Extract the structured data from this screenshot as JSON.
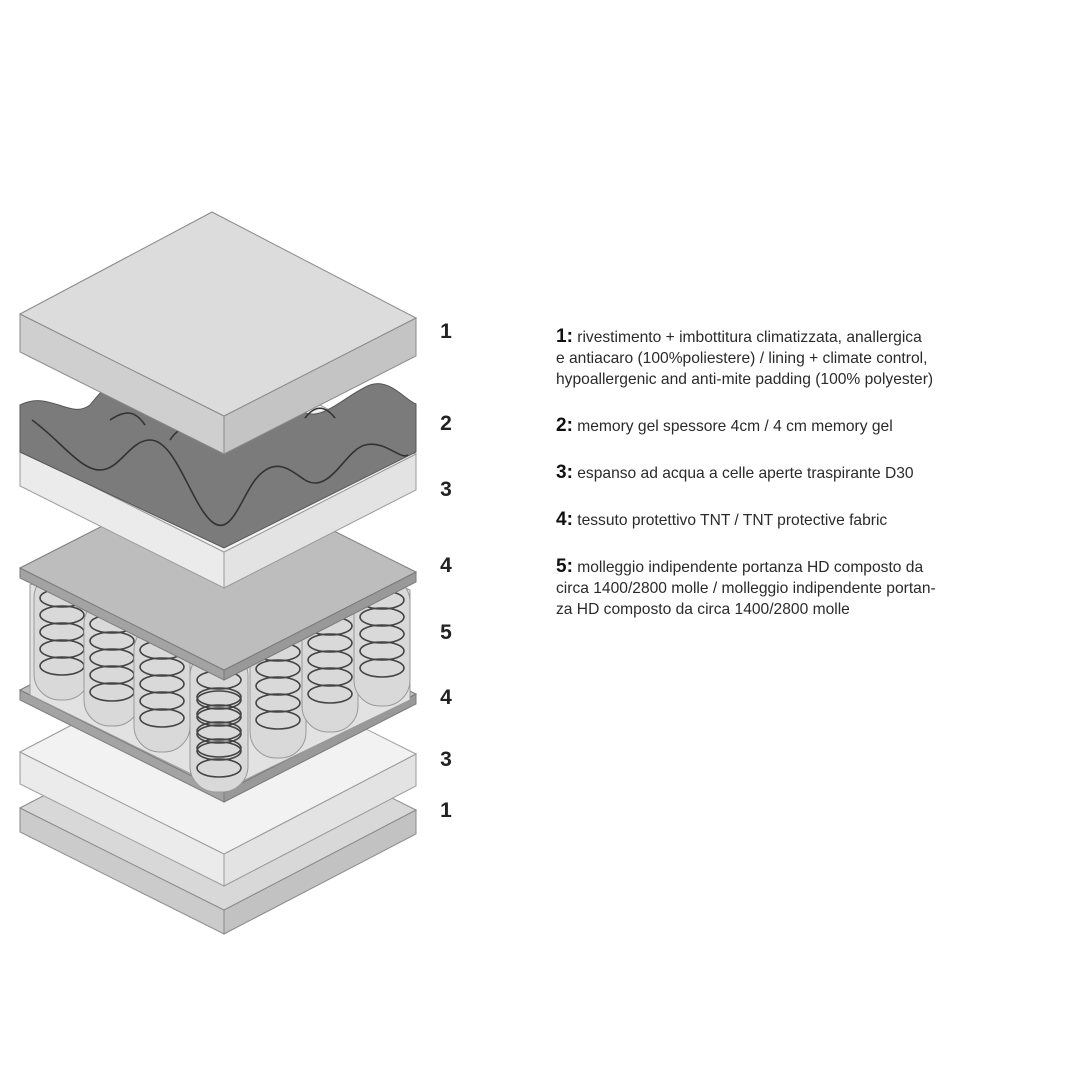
{
  "layer_numbers": [
    "1",
    "2",
    "3",
    "4",
    "5",
    "4",
    "3",
    "1"
  ],
  "legend": [
    {
      "number": "1:",
      "lines": [
        "rivestimento + imbottitura climatizzata, anallergica",
        "e antiacaro (100%poliestere) / lining + climate control,",
        "hypoallergenic and anti-mite padding (100% polyester)"
      ]
    },
    {
      "number": "2:",
      "lines": [
        "memory gel spessore 4cm / 4 cm memory gel"
      ]
    },
    {
      "number": "3:",
      "lines": [
        "espanso ad acqua a celle aperte traspirante D30"
      ]
    },
    {
      "number": "4:",
      "lines": [
        "tessuto protettivo TNT / TNT protective fabric"
      ]
    },
    {
      "number": "5:",
      "lines": [
        "molleggio indipendente portanza HD composto da",
        "circa 1400/2800 molle / molleggio indipendente portan-",
        "za HD composto da circa 1400/2800 molle"
      ]
    }
  ],
  "colors": {
    "cover_top": "#dcdcdc",
    "cover_front": "#cfcfcf",
    "cover_right": "#c4c4c4",
    "memory_gel": "#7d7d7d",
    "foam_top": "#f1f1f1",
    "foam_front": "#e9e9e9",
    "fabric_top": "#bdbdbd",
    "fabric_front": "#a6a6a6",
    "spring": "#d3d3d3",
    "outline": "#8a8a8a"
  }
}
